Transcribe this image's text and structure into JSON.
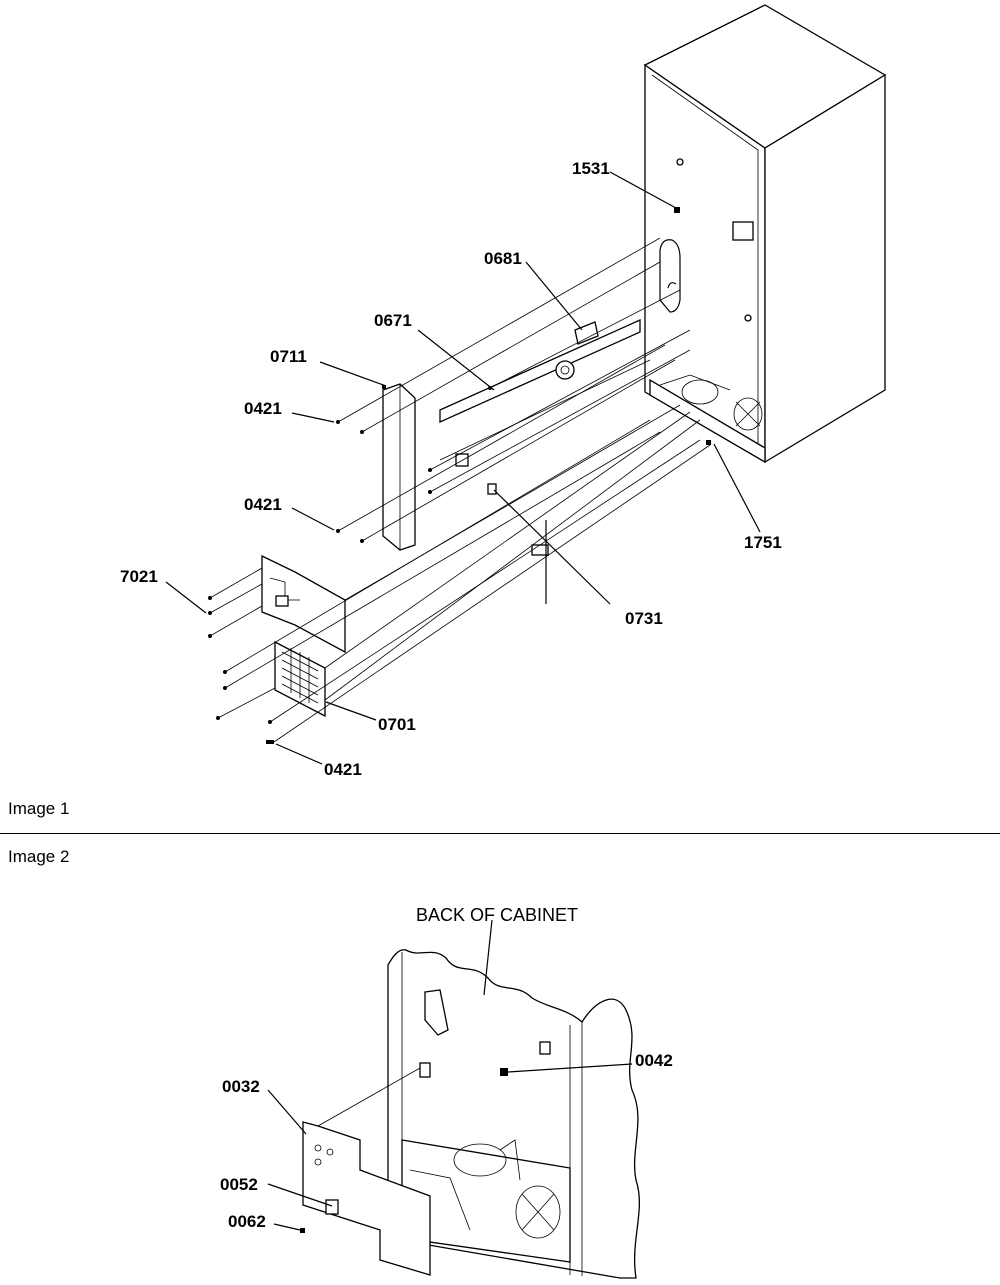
{
  "sections": [
    {
      "label": "Image 1"
    },
    {
      "label": "Image 2"
    }
  ],
  "image1": {
    "callouts": [
      "1531",
      "0681",
      "0671",
      "0711",
      "0421",
      "0421",
      "1751",
      "7021",
      "0731",
      "0701",
      "0421"
    ]
  },
  "image2": {
    "caption": "BACK OF CABINET",
    "callouts": [
      "0042",
      "0032",
      "0052",
      "0062"
    ]
  }
}
